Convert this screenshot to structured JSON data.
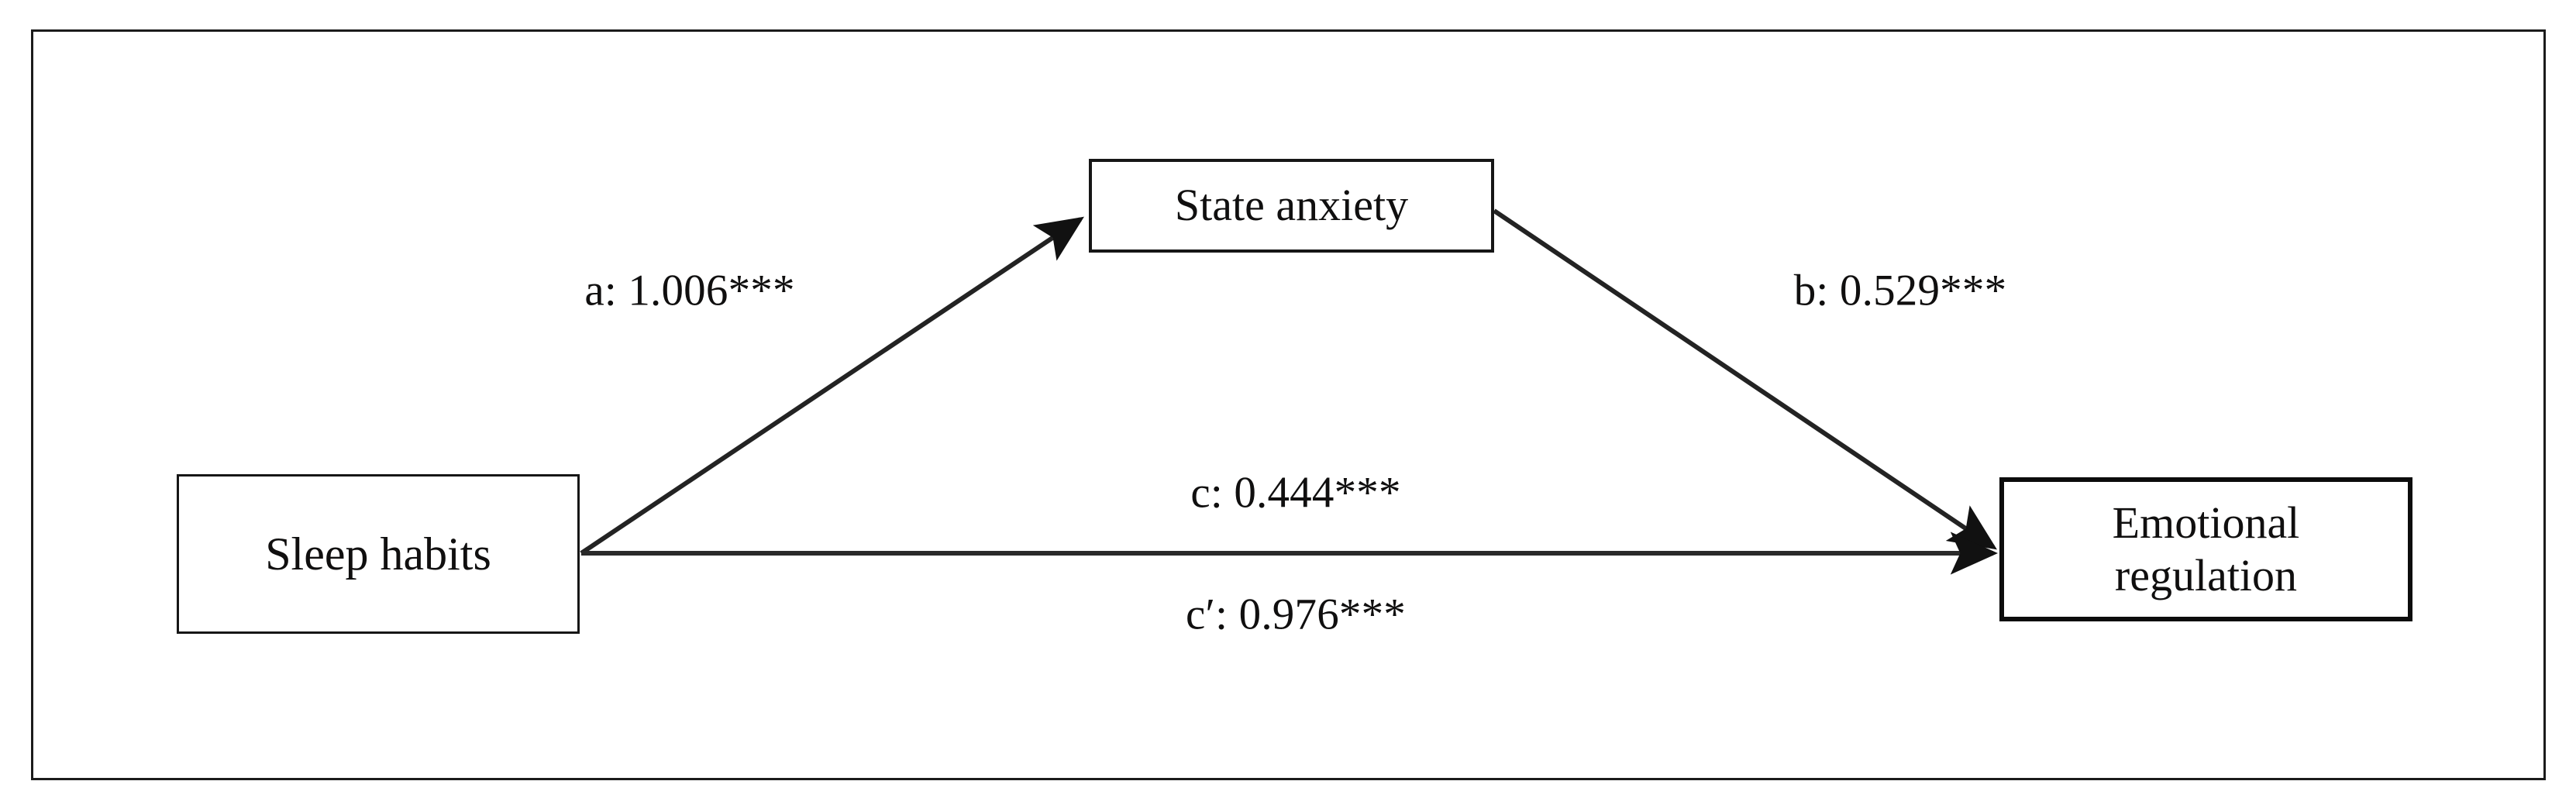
{
  "figure": {
    "type": "mediation-path-diagram",
    "frame_color": "#1b1b1b",
    "background": "#ffffff",
    "text_color": "#100f0f"
  },
  "nodes": {
    "predictor": {
      "id": "sleep-habits",
      "label": "Sleep habits"
    },
    "mediator": {
      "id": "state-anxiety",
      "label": "State anxiety"
    },
    "outcome": {
      "id": "emotional-regulation",
      "label": "Emotional\nregulation",
      "line1": "Emotional",
      "line2": "regulation"
    }
  },
  "paths": {
    "a": {
      "name": "a",
      "label": "a: 1.006***",
      "coefficient": 1.006,
      "significance": "***",
      "from": "Sleep habits",
      "to": "State anxiety"
    },
    "b": {
      "name": "b",
      "label": "b: 0.529***",
      "coefficient": 0.529,
      "significance": "***",
      "from": "State anxiety",
      "to": "Emotional regulation"
    },
    "c": {
      "name": "c",
      "label": "c: 0.444***",
      "coefficient": 0.444,
      "significance": "***",
      "from": "Sleep habits",
      "to": "Emotional regulation"
    },
    "c_prime": {
      "name": "c′",
      "label": "c′: 0.976***",
      "coefficient": 0.976,
      "significance": "***",
      "from": "Sleep habits",
      "to": "Emotional regulation"
    }
  },
  "chart_data": {
    "type": "diagram",
    "title": "",
    "nodes": [
      "Sleep habits",
      "State anxiety",
      "Emotional regulation"
    ],
    "edges": [
      {
        "path": "a",
        "source": "Sleep habits",
        "target": "State anxiety",
        "value": 1.006,
        "significance": "***",
        "label": "a: 1.006***"
      },
      {
        "path": "b",
        "source": "State anxiety",
        "target": "Emotional regulation",
        "value": 0.529,
        "significance": "***",
        "label": "b: 0.529***"
      },
      {
        "path": "c",
        "source": "Sleep habits",
        "target": "Emotional regulation",
        "value": 0.444,
        "significance": "***",
        "label": "c: 0.444***"
      },
      {
        "path": "c′",
        "source": "Sleep habits",
        "target": "Emotional regulation",
        "value": 0.976,
        "significance": "***",
        "label": "c′: 0.976***"
      }
    ]
  }
}
